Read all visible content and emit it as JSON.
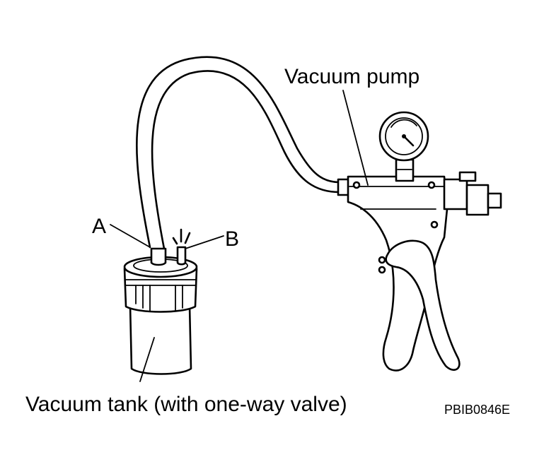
{
  "labels": {
    "vacuum_pump": "Vacuum pump",
    "point_a": "A",
    "point_b": "B",
    "vacuum_tank": "Vacuum tank (with one-way valve)",
    "figure_code": "PBIB0846E"
  }
}
